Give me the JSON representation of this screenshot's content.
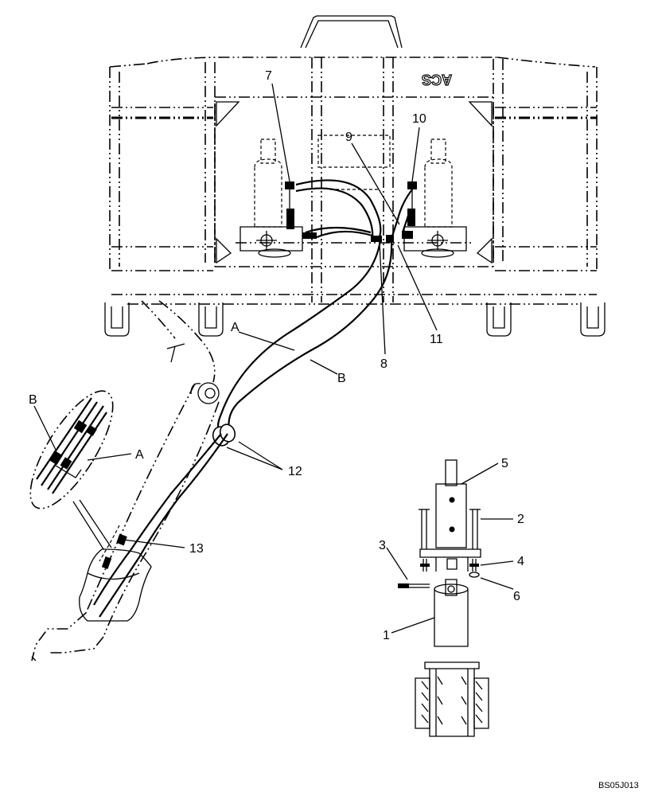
{
  "diagram": {
    "frame_lettering": "ACS",
    "callouts": [
      {
        "id": "c1",
        "text": "1"
      },
      {
        "id": "c2",
        "text": "2"
      },
      {
        "id": "c3",
        "text": "3"
      },
      {
        "id": "c4",
        "text": "4"
      },
      {
        "id": "c5",
        "text": "5"
      },
      {
        "id": "c6",
        "text": "6"
      },
      {
        "id": "c7",
        "text": "7"
      },
      {
        "id": "c8",
        "text": "8"
      },
      {
        "id": "c9",
        "text": "9"
      },
      {
        "id": "c10",
        "text": "10"
      },
      {
        "id": "c11",
        "text": "11"
      },
      {
        "id": "c12",
        "text": "12"
      },
      {
        "id": "c13",
        "text": "13"
      },
      {
        "id": "cA1",
        "text": "A"
      },
      {
        "id": "cB1",
        "text": "B"
      },
      {
        "id": "cA2",
        "text": "A"
      },
      {
        "id": "cB2",
        "text": "B"
      }
    ],
    "figure_code": "BS05J013"
  }
}
